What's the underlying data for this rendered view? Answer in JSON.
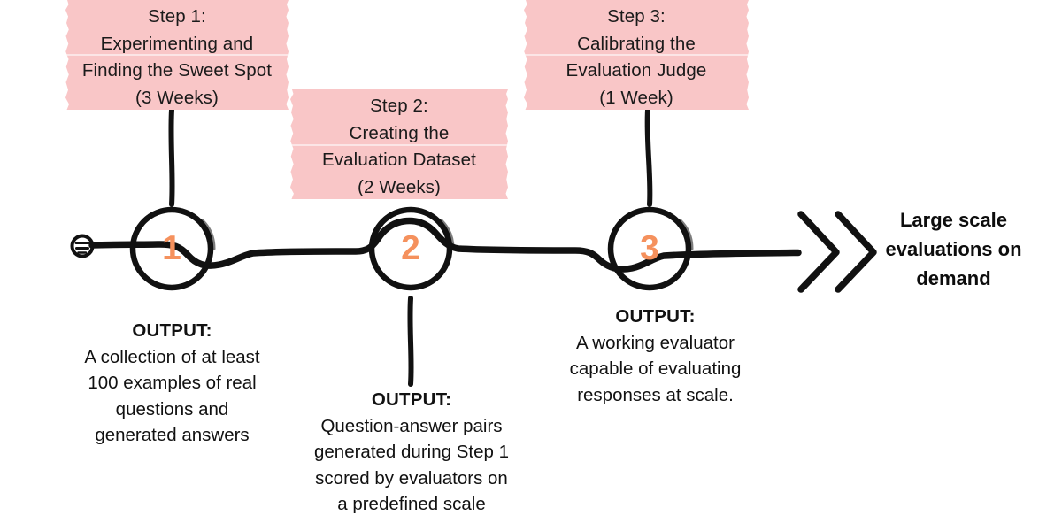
{
  "diagram": {
    "title_steps": [
      {
        "id": "step-1",
        "lines": [
          "Step 1:",
          "Experimenting and",
          "Finding the Sweet Spot",
          "(3 Weeks)"
        ],
        "duration": "3 Weeks",
        "marker": "1"
      },
      {
        "id": "step-2",
        "lines": [
          "Step 2:",
          "Creating the",
          "Evaluation Dataset",
          "(2 Weeks)"
        ],
        "duration": "2 Weeks",
        "marker": "2"
      },
      {
        "id": "step-3",
        "lines": [
          "Step 3:",
          "Calibrating the",
          "Evaluation Judge",
          "(1 Week)"
        ],
        "duration": "1 Week",
        "marker": "3"
      }
    ],
    "outputs": [
      {
        "id": "output-1",
        "heading": "OUTPUT:",
        "lines": [
          "A collection of at least",
          "100 examples of real",
          "questions and",
          "generated answers"
        ]
      },
      {
        "id": "output-2",
        "heading": "OUTPUT:",
        "lines": [
          "Question-answer pairs",
          "generated during Step 1",
          "scored by evaluators on",
          "a predefined scale"
        ]
      },
      {
        "id": "output-3",
        "heading": "OUTPUT:",
        "lines": [
          "A working evaluator",
          "capable of evaluating",
          "responses at scale."
        ]
      }
    ],
    "final_outcome": {
      "lines": [
        "Large scale",
        "evaluations on",
        "demand"
      ]
    },
    "colors": {
      "tape_pink": "#F9C6C7",
      "marker_orange": "#F5915D",
      "ink_black": "#111111",
      "background": "#FFFFFF"
    }
  }
}
